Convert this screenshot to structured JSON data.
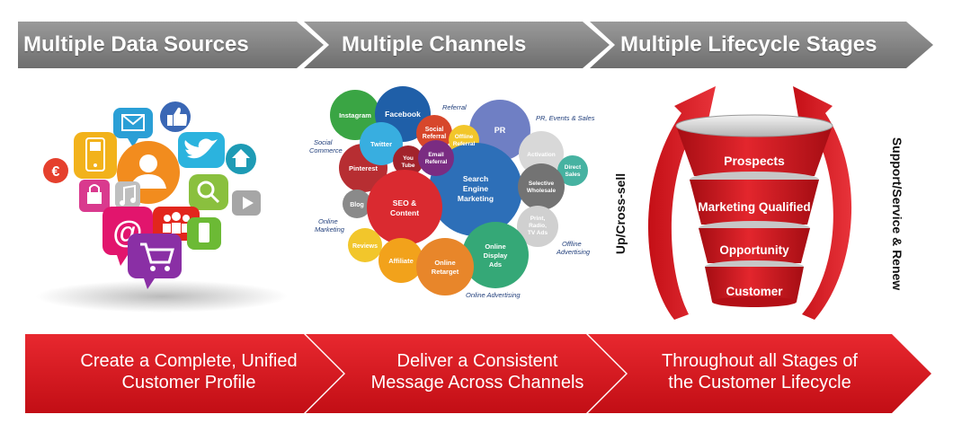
{
  "header": {
    "arrows": [
      "Multiple Data Sources",
      "Multiple Channels",
      "Multiple Lifecycle Stages"
    ],
    "color": "#8a8a8a"
  },
  "footer": {
    "arrows": [
      {
        "line1": "Create a Complete, Unified",
        "line2": "Customer Profile"
      },
      {
        "line1": "Deliver a Consistent",
        "line2": "Message Across Channels"
      },
      {
        "line1": "Throughout all Stages of",
        "line2": "the Customer Lifecycle"
      }
    ],
    "color": "#d9141b"
  },
  "data_sources": {
    "icons": [
      "mail-icon",
      "thumbs-up-icon",
      "twitter-bird-icon",
      "phone-icon",
      "person-icon",
      "home-icon",
      "euro-icon",
      "lock-icon",
      "music-note-icon",
      "search-icon",
      "play-icon",
      "at-sign-icon",
      "group-icon",
      "mobile-icon",
      "cart-icon"
    ]
  },
  "channels": {
    "bubbles": {
      "instagram": "Instagram",
      "facebook": "Facebook",
      "twitter": "Twitter",
      "social_referral": [
        "Social",
        "Referral"
      ],
      "offline_referral": [
        "Offline",
        "Referral"
      ],
      "pr": "PR",
      "youtube": [
        "You",
        "Tube"
      ],
      "email_referral": [
        "Email",
        "Referral"
      ],
      "pinterest": "Pinterest",
      "activation": "Activation",
      "direct_sales": [
        "Direct",
        "Sales"
      ],
      "search_engine": [
        "Search",
        "Engine",
        "Marketing"
      ],
      "selective_wholesale": [
        "Selective",
        "Wholesale"
      ],
      "blog": "Blog",
      "seo": [
        "SEO &",
        "Content"
      ],
      "print": [
        "Print,",
        "Radio,",
        "TV Ads"
      ],
      "reviews": "Reviews",
      "affiliate": "Affiliate",
      "online_display": [
        "Online",
        "Display",
        "Ads"
      ],
      "online_retarget": [
        "Online",
        "Retarget"
      ]
    },
    "annotations": {
      "referral": "Referral",
      "pr_events": "PR, Events & Sales",
      "social_commerce": [
        "Social",
        "Commerce"
      ],
      "online_marketing": [
        "Online",
        "Marketing"
      ],
      "offline_advertising": [
        "Offline",
        "Advertising"
      ],
      "online_advertising": "Online Advertising"
    }
  },
  "lifecycle": {
    "stages": [
      "Prospects",
      "Marketing Qualified",
      "Opportunity",
      "Customer"
    ],
    "left_label": "Up/Cross-sell",
    "right_label": "Support/Service & Renew",
    "funnel_color": "#d9141b"
  }
}
